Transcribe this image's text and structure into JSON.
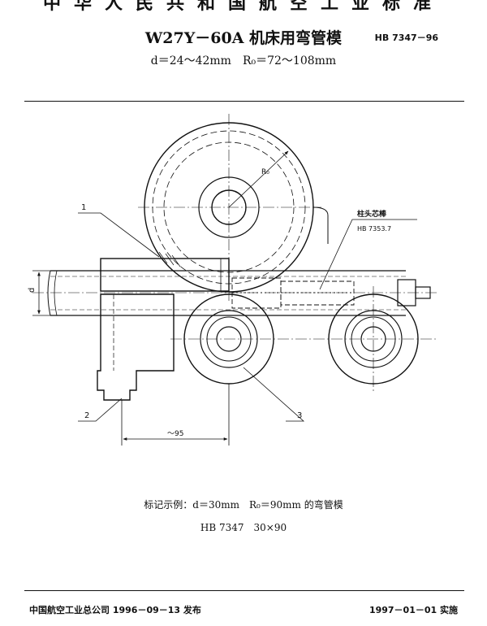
{
  "header": {
    "organization": "中华人民共和国航空工业标准",
    "title": "W27Y－60A 机床用弯管模",
    "code": "HB 7347－96",
    "range": "d＝24～42mm　R₀＝72～108mm"
  },
  "drawing": {
    "part_label_1": "1",
    "part_label_2": "2",
    "part_label_3": "3",
    "radius_label": "R₀",
    "diameter_label": "d",
    "dimension_95": "～95",
    "mandrel_name": "柱头芯棒",
    "mandrel_code": "HB 7353.7"
  },
  "marking": {
    "example": "标记示例：d＝30mm　R₀＝90mm 的弯管模",
    "designation": "HB 7347　30×90"
  },
  "footer": {
    "issued": "中国航空工业总公司 1996－09－13 发布",
    "implemented": "1997－01－01 实施"
  }
}
